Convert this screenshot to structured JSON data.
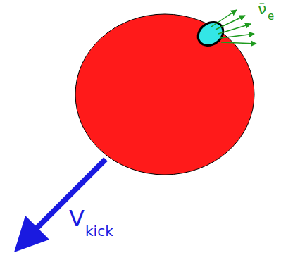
{
  "diagram": {
    "labels": [
      "ν̄",
      "e",
      "V",
      "kick"
    ]
  }
}
